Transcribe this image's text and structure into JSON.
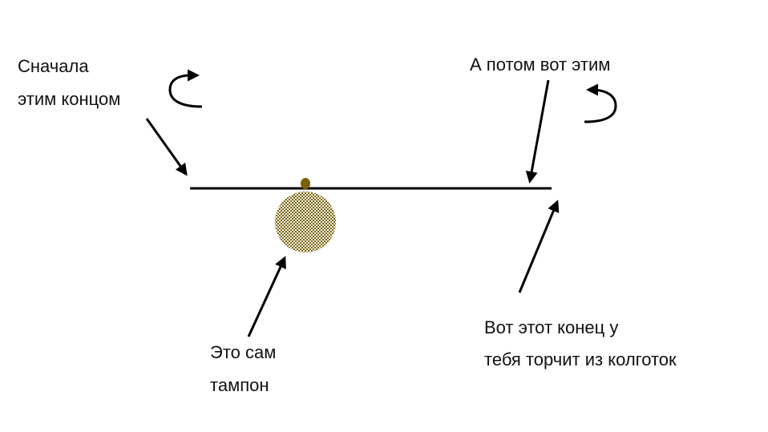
{
  "labels": {
    "first_end": [
      "Сначала",
      "этим концом"
    ],
    "then_this": "А потом вот этим",
    "tampon": [
      "Это сам",
      "тампон"
    ],
    "this_end": [
      "Вот этот конец у",
      "тебя торчит из колготок"
    ]
  },
  "colors": {
    "tampon": "#7a6205",
    "line": "#000000"
  }
}
